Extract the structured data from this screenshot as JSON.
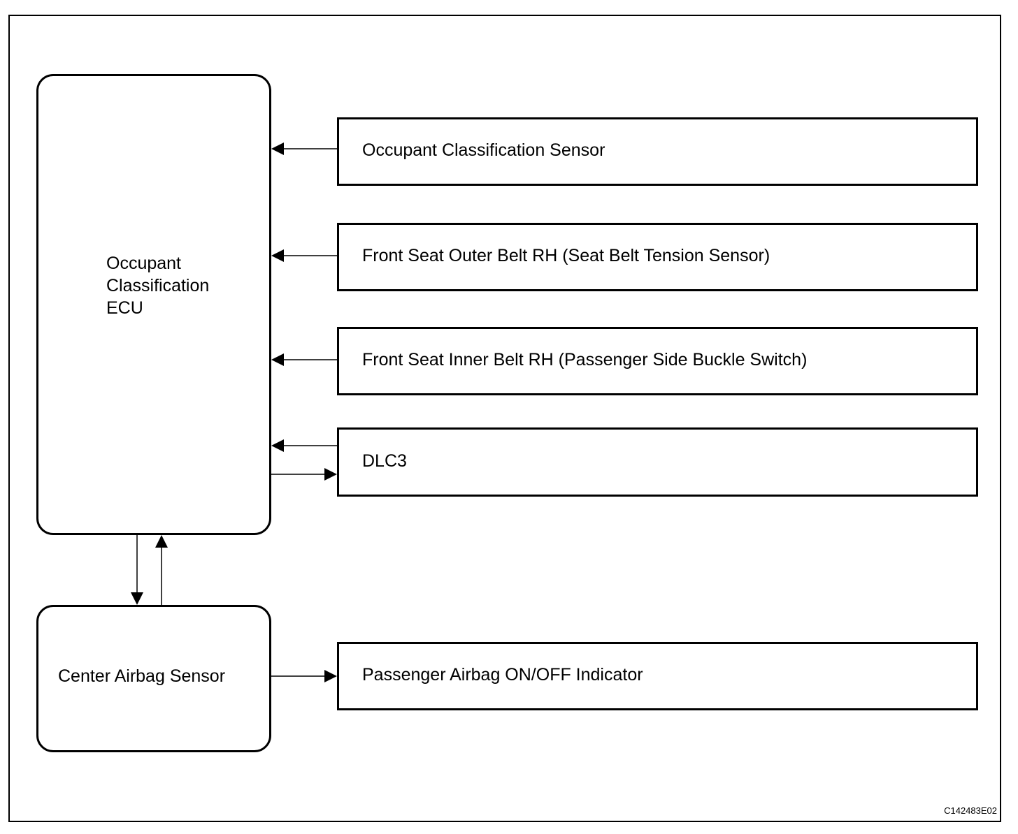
{
  "ecu": {
    "line1": "Occupant",
    "line2": "Classification",
    "line3": "ECU"
  },
  "center_airbag_sensor": "Center Airbag Sensor",
  "inputs": [
    "Occupant Classification Sensor",
    "Front Seat Outer Belt RH (Seat Belt Tension Sensor)",
    "Front Seat Inner Belt RH (Passenger Side Buckle Switch)",
    "DLC3"
  ],
  "indicator": "Passenger Airbag ON/OFF Indicator",
  "figure_code": "C142483E02"
}
